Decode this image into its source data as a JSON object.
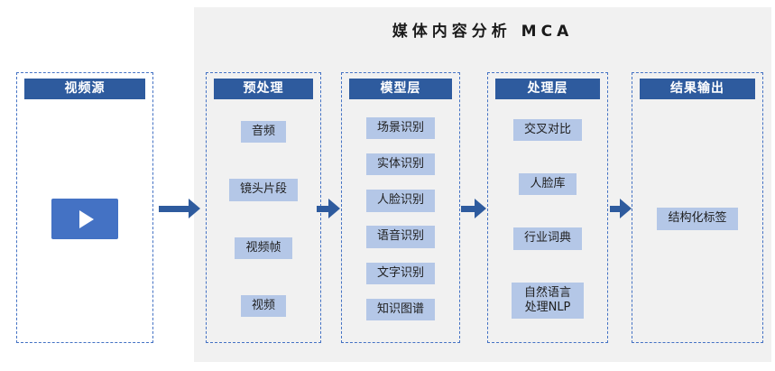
{
  "title": "媒体内容分析 MCA",
  "colors": {
    "header_blue": "#2E5B9E",
    "item_blue": "#B4C7E7",
    "arrow_blue": "#2E5B9E",
    "dashed_border": "#4472C4",
    "panel_gray": "#F1F1F1",
    "play_button_blue": "#4472C4"
  },
  "columns": [
    {
      "header": "视频源",
      "items": []
    },
    {
      "header": "预处理",
      "items": [
        "音频",
        "镜头片段",
        "视频帧",
        "视频"
      ]
    },
    {
      "header": "模型层",
      "items": [
        "场景识别",
        "实体识别",
        "人脸识别",
        "语音识别",
        "文字识别",
        "知识图谱"
      ]
    },
    {
      "header": "处理层",
      "items": [
        "交叉对比",
        "人脸库",
        "行业词典",
        "自然语言处理NLP"
      ]
    },
    {
      "header": "结果输出",
      "items": [
        "结构化标签"
      ]
    }
  ]
}
